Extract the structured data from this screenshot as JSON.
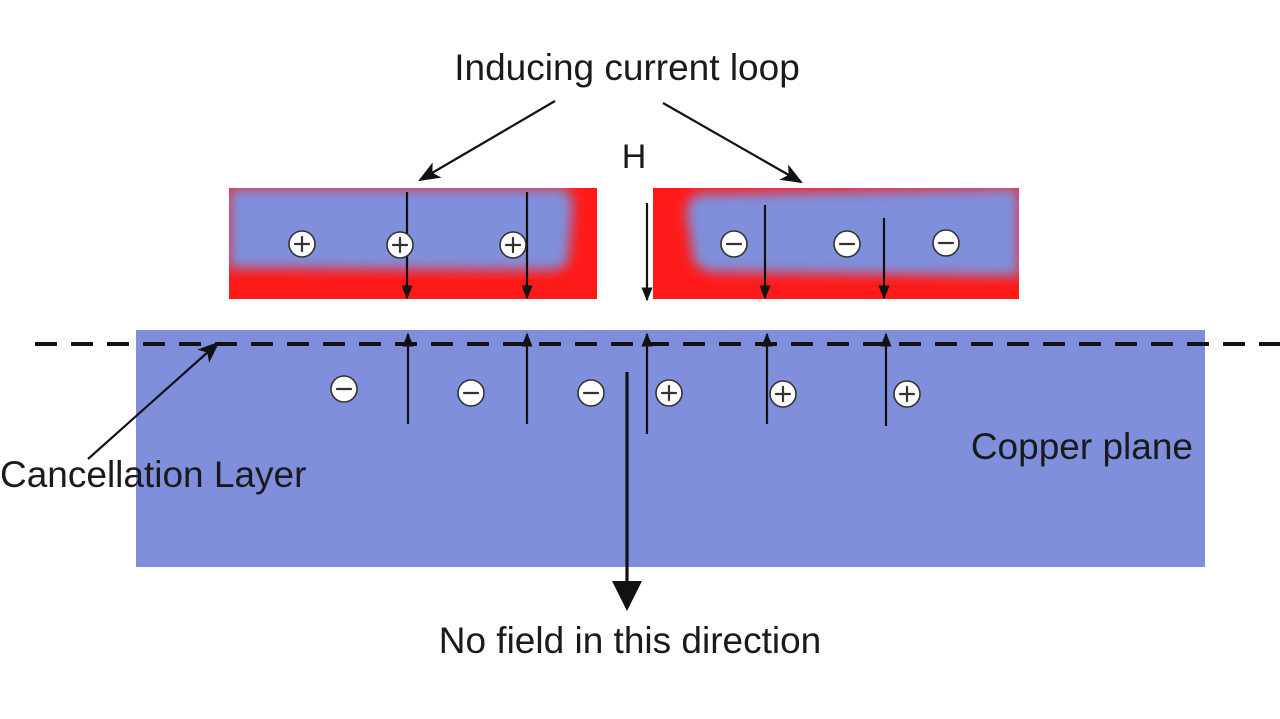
{
  "labels": {
    "inducing_loop": "Inducing current loop",
    "field": "H",
    "cancellation_layer": "Cancellation Layer",
    "copper_plane": "Copper plane",
    "no_field": "No field in this direction"
  },
  "colors": {
    "background": "#ffffff",
    "conductor_blue": "#7f8fdc",
    "induced_red": "#ff1a1a",
    "text": "#1a1a1a"
  },
  "charges": {
    "left_loop": [
      "+",
      "+",
      "+"
    ],
    "right_loop": [
      "-",
      "-",
      "-"
    ],
    "copper_plane": [
      "-",
      "-",
      "-",
      "+",
      "+",
      "+"
    ]
  },
  "icons": [
    "arrow",
    "dashed-line",
    "plus-sign",
    "minus-sign"
  ]
}
